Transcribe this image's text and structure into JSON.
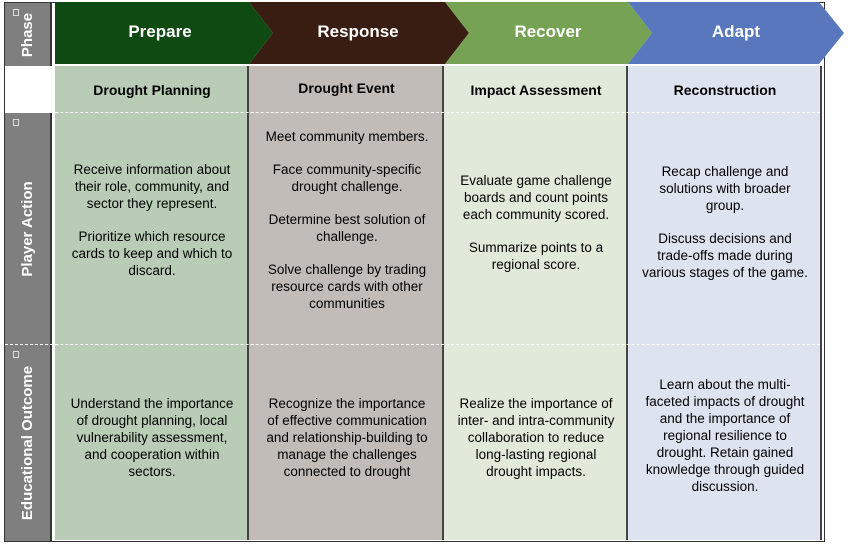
{
  "rows": {
    "phase": "Phase",
    "player_action": "Player Action",
    "educational_outcome": "Educational Outcome"
  },
  "phases": [
    {
      "label": "Prepare",
      "color": "#0f4a12"
    },
    {
      "label": "Response",
      "color": "#3a1d12"
    },
    {
      "label": "Recover",
      "color": "#76a253"
    },
    {
      "label": "Adapt",
      "color": "#5877bc"
    }
  ],
  "subheaders": [
    "Drought Planning",
    "Drought Event",
    "Impact Assessment",
    "Reconstruction"
  ],
  "player_actions": [
    [
      "Receive information about their role, community, and sector they represent.",
      "Prioritize which resource cards to keep and which to discard."
    ],
    [
      "Meet community members.",
      "Face community-specific drought challenge.",
      "Determine best solution of challenge.",
      "Solve challenge by trading resource cards with other communities"
    ],
    [
      "Evaluate game challenge boards and count points each community scored.",
      "Summarize points to a regional score."
    ],
    [
      "Recap challenge and solutions with broader group.",
      "Discuss decisions and trade-offs made during various stages of the game."
    ]
  ],
  "educational_outcomes": [
    "Understand the importance of drought planning, local vulnerability assessment, and cooperation within sectors.",
    "Recognize the importance of effective communication and relationship-building to manage the challenges connected to drought",
    "Realize the importance of inter- and intra-community collaboration to reduce long-lasting regional drought impacts.",
    "Learn about the multi-faceted impacts of drought and the importance of regional resilience to drought. Retain gained knowledge through guided discussion."
  ]
}
